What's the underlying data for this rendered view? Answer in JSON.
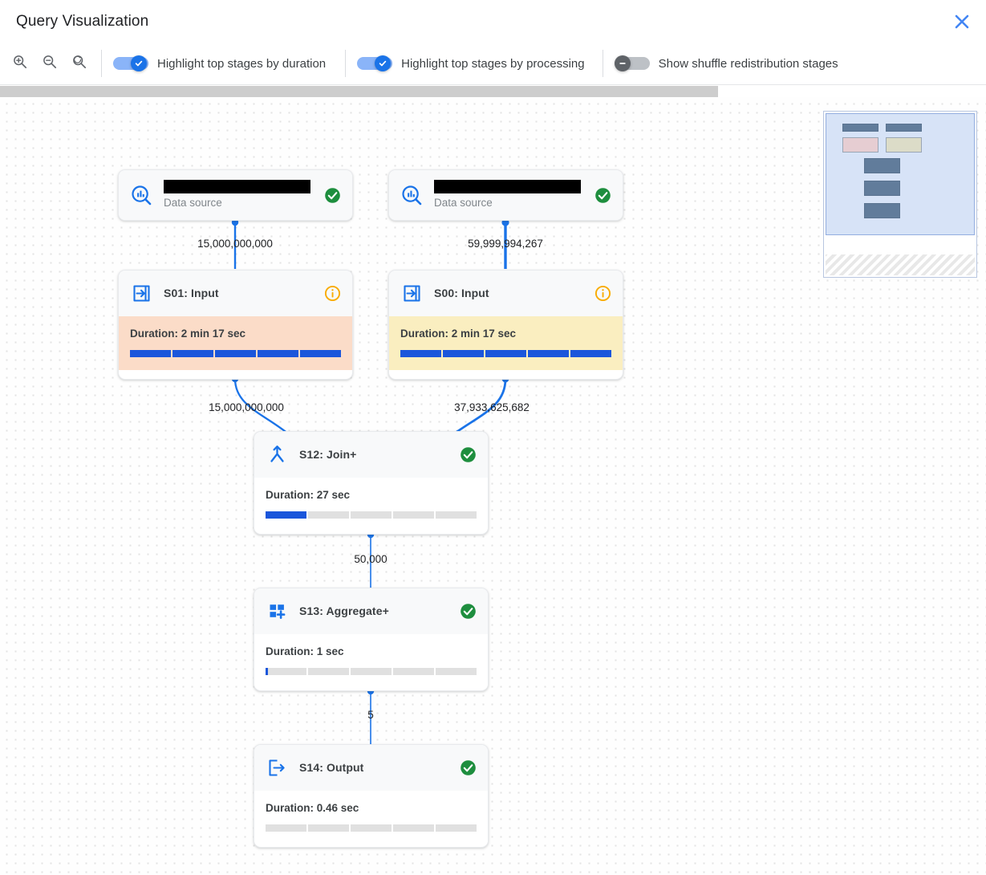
{
  "header": {
    "title": "Query Visualization",
    "close_icon": "close-icon"
  },
  "toolbar": {
    "zoom_in_icon": "zoom-in-icon",
    "zoom_out_icon": "zoom-out-icon",
    "zoom_reset_icon": "zoom-reset-icon",
    "toggles": [
      {
        "label": "Highlight top stages by duration",
        "state": "on"
      },
      {
        "label": "Highlight top stages by processing",
        "state": "on"
      },
      {
        "label": "Show shuffle redistribution stages",
        "state": "off"
      }
    ]
  },
  "graph": {
    "nodes": [
      {
        "id": "ds1",
        "kind": "datasource",
        "name_redacted": true,
        "subtitle": "Data source",
        "icon": "bigquery-datasource-icon",
        "status": "success"
      },
      {
        "id": "ds0",
        "kind": "datasource",
        "name_redacted": true,
        "subtitle": "Data source",
        "icon": "bigquery-datasource-icon",
        "status": "success"
      },
      {
        "id": "s01",
        "kind": "stage",
        "title": "S01: Input",
        "icon": "stage-input-icon",
        "status": "info",
        "duration_label": "Duration: 2 min 17 sec",
        "highlight": "peach",
        "progress_percent": 100
      },
      {
        "id": "s00",
        "kind": "stage",
        "title": "S00: Input",
        "icon": "stage-input-icon",
        "status": "info",
        "duration_label": "Duration: 2 min 17 sec",
        "highlight": "yellow",
        "progress_percent": 100
      },
      {
        "id": "s12",
        "kind": "stage",
        "title": "S12: Join+",
        "icon": "stage-join-icon",
        "status": "success",
        "duration_label": "Duration: 27 sec",
        "highlight": "none",
        "progress_percent": 20
      },
      {
        "id": "s13",
        "kind": "stage",
        "title": "S13: Aggregate+",
        "icon": "stage-aggregate-icon",
        "status": "success",
        "duration_label": "Duration: 1 sec",
        "highlight": "none",
        "progress_percent": 1
      },
      {
        "id": "s14",
        "kind": "stage",
        "title": "S14: Output",
        "icon": "stage-output-icon",
        "status": "success",
        "duration_label": "Duration: 0.46 sec",
        "highlight": "none",
        "progress_percent": 0
      }
    ],
    "edges": [
      {
        "from": "ds1",
        "to": "s01",
        "label": "15,000,000,000"
      },
      {
        "from": "ds0",
        "to": "s00",
        "label": "59,999,994,267"
      },
      {
        "from": "s01",
        "to": "s12",
        "label": "15,000,000,000"
      },
      {
        "from": "s00",
        "to": "s12",
        "label": "37,933,625,682"
      },
      {
        "from": "s12",
        "to": "s13",
        "label": "50,000"
      },
      {
        "from": "s13",
        "to": "s14",
        "label": "5"
      }
    ]
  },
  "minimap": {
    "label": "minimap"
  },
  "colors": {
    "accent": "#1a73e8",
    "edge": "#1a73e8",
    "success": "#1e8e3e",
    "info": "#f9ab00",
    "highlight_duration": "#fbdcc8",
    "highlight_processing": "#faeec0",
    "bar_fill": "#1a56db",
    "bar_track": "#e0e0e0"
  }
}
